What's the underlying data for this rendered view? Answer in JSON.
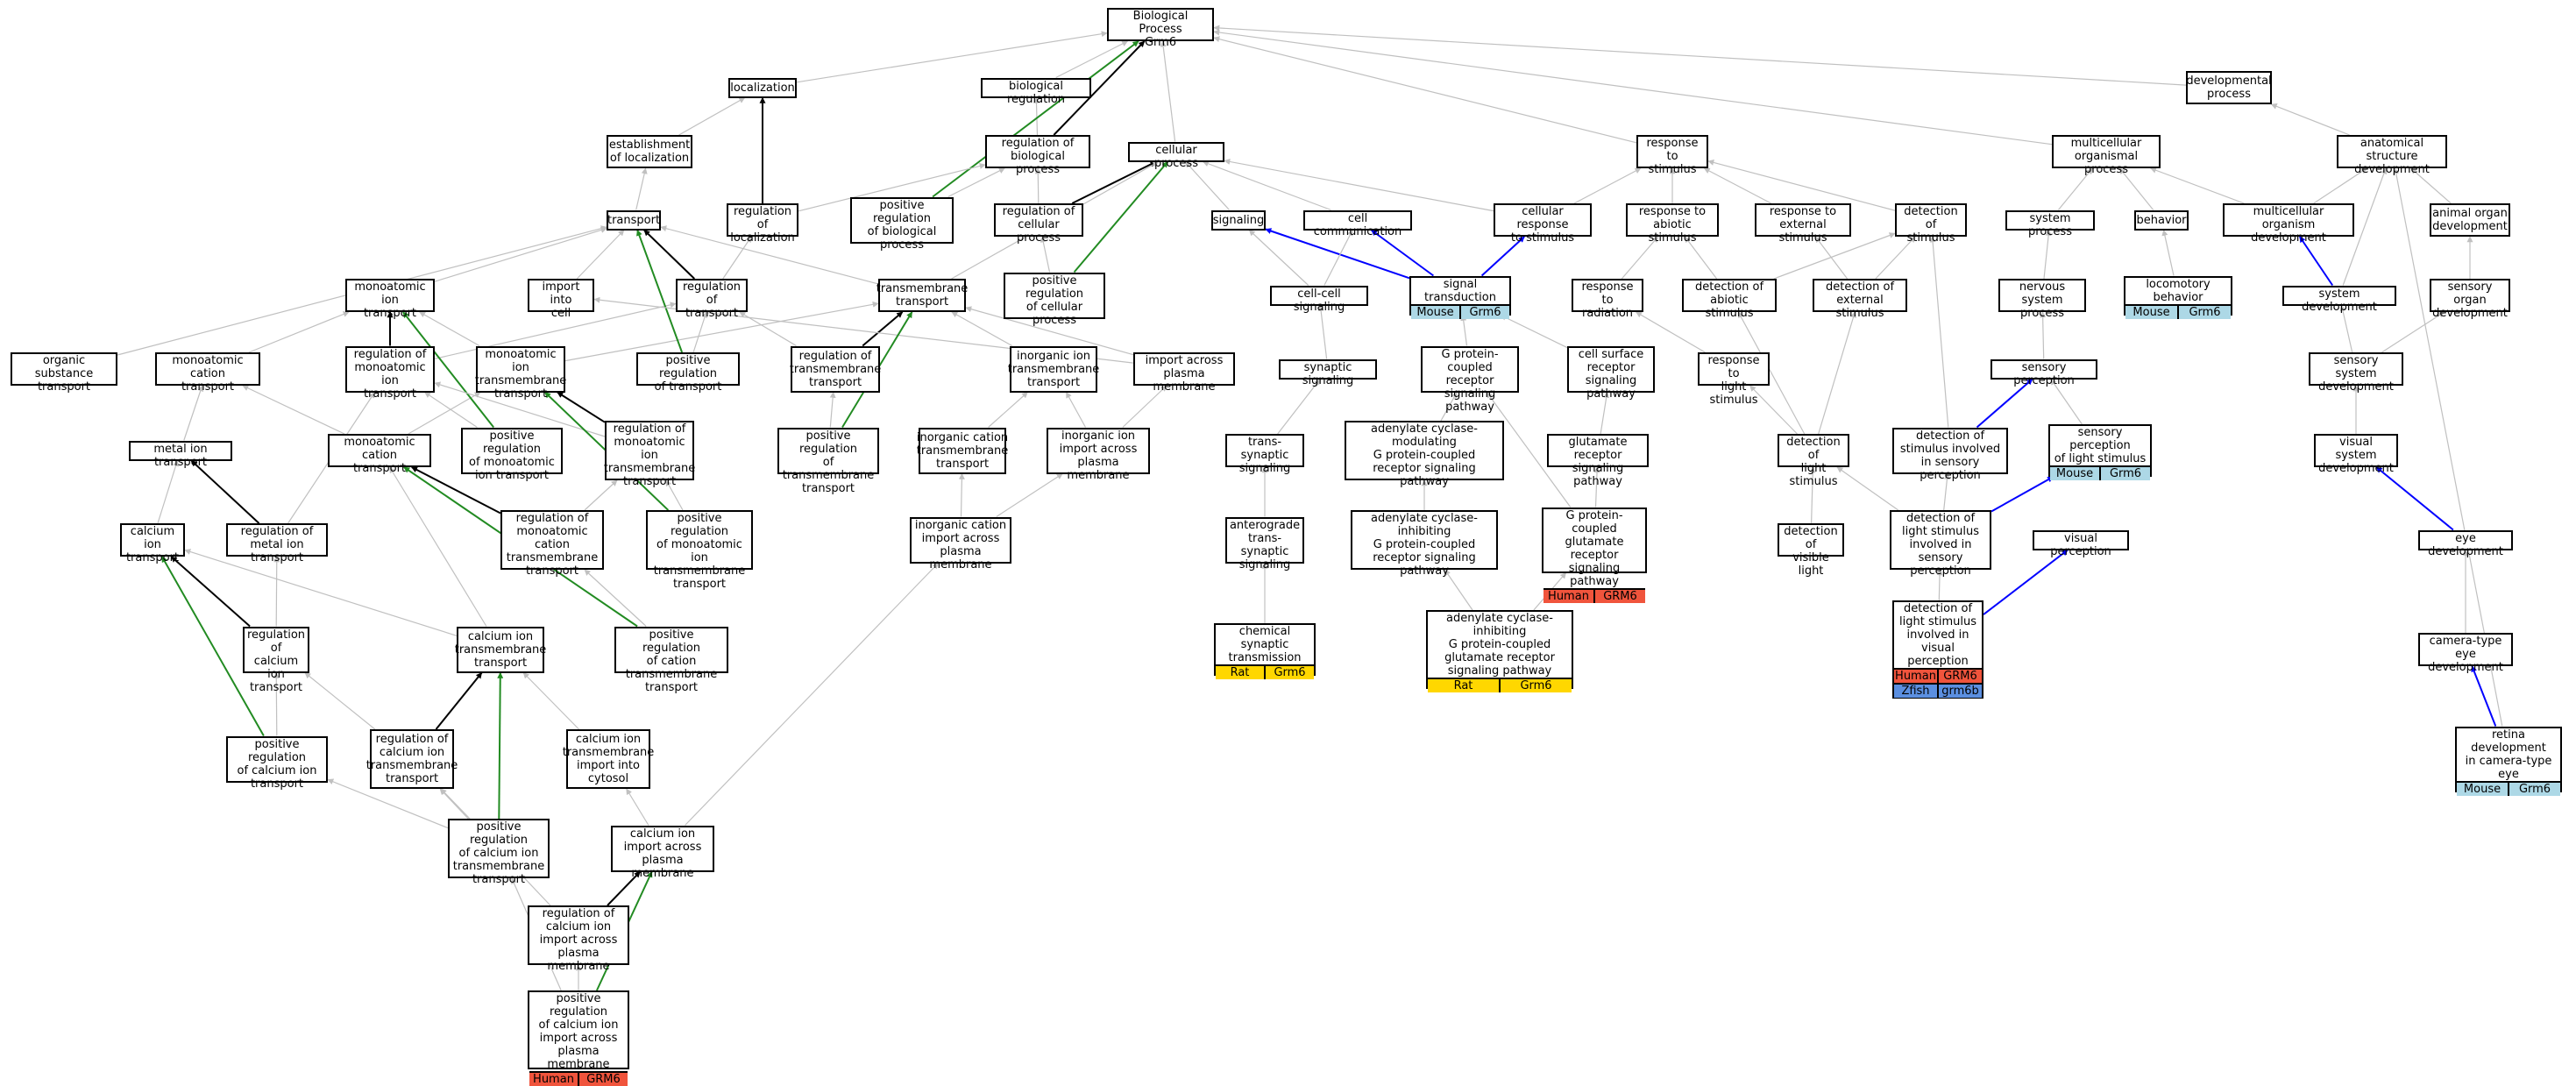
{
  "colors": {
    "Mouse": "#add8e6",
    "Rat": "#ffd700",
    "Human": "#f0543c",
    "Zfish": "#5b8fe0",
    "edge_is_a": "#c0c0c0",
    "edge_regulates": "#000000",
    "edge_positively_regulates": "#228b22",
    "edge_part_of": "#0000ff"
  },
  "nodes": [
    {
      "id": "bp",
      "label": "Biological Process\nGrm6"
    },
    {
      "id": "loc",
      "label": "localization"
    },
    {
      "id": "biolreg",
      "label": "biological regulation"
    },
    {
      "id": "devproc",
      "label": "developmental\nprocess"
    },
    {
      "id": "estloc",
      "label": "establishment\nof localization"
    },
    {
      "id": "regbp",
      "label": "regulation of\nbiological process"
    },
    {
      "id": "cellproc",
      "label": "cellular process"
    },
    {
      "id": "resp",
      "label": "response to\nstimulus"
    },
    {
      "id": "multi",
      "label": "multicellular\norganismal process"
    },
    {
      "id": "anat",
      "label": "anatomical structure\ndevelopment"
    },
    {
      "id": "transport",
      "label": "transport"
    },
    {
      "id": "regloc",
      "label": "regulation of\nlocalization"
    },
    {
      "id": "posregbp",
      "label": "positive regulation\nof biological\nprocess"
    },
    {
      "id": "regcp",
      "label": "regulation of\ncellular process"
    },
    {
      "id": "signaling",
      "label": "signaling"
    },
    {
      "id": "cellcomm",
      "label": "cell communication"
    },
    {
      "id": "cellresp",
      "label": "cellular response\nto stimulus"
    },
    {
      "id": "respabio",
      "label": "response to\nabiotic stimulus"
    },
    {
      "id": "respext",
      "label": "response to\nexternal stimulus"
    },
    {
      "id": "detstim",
      "label": "detection of\nstimulus"
    },
    {
      "id": "sysproc",
      "label": "system process"
    },
    {
      "id": "behavior",
      "label": "behavior"
    },
    {
      "id": "multidev",
      "label": "multicellular\norganism development"
    },
    {
      "id": "animorg",
      "label": "animal organ\ndevelopment"
    },
    {
      "id": "monoiont",
      "label": "monoatomic ion\ntransport"
    },
    {
      "id": "importcell",
      "label": "import into\ncell"
    },
    {
      "id": "regtransport",
      "label": "regulation of\ntransport"
    },
    {
      "id": "tmtransport",
      "label": "transmembrane\ntransport"
    },
    {
      "id": "posregcp",
      "label": "positive regulation\nof cellular\nprocess"
    },
    {
      "id": "sigtrans",
      "label": "signal transduction",
      "ann": [
        [
          "Mouse",
          "Grm6"
        ]
      ]
    },
    {
      "id": "ccsig",
      "label": "cell-cell signaling"
    },
    {
      "id": "respirad",
      "label": "response to\nradiation"
    },
    {
      "id": "detabio",
      "label": "detection of\nabiotic stimulus"
    },
    {
      "id": "detext",
      "label": "detection of\nexternal stimulus"
    },
    {
      "id": "nervsys",
      "label": "nervous system\nprocess"
    },
    {
      "id": "locomot",
      "label": "locomotory behavior",
      "ann": [
        [
          "Mouse",
          "Grm6"
        ]
      ]
    },
    {
      "id": "sysdev",
      "label": "system development"
    },
    {
      "id": "sensorg",
      "label": "sensory organ\ndevelopment"
    },
    {
      "id": "orgsub",
      "label": "organic substance\ntransport"
    },
    {
      "id": "monocat",
      "label": "monoatomic cation\ntransport"
    },
    {
      "id": "regmonoiont",
      "label": "regulation of\nmonoatomic ion\ntransport"
    },
    {
      "id": "monoiontm",
      "label": "monoatomic ion\ntransmembrane\ntransport"
    },
    {
      "id": "posregtransport",
      "label": "positive regulation\nof transport"
    },
    {
      "id": "regtmtransport",
      "label": "regulation of\ntransmembrane\ntransport"
    },
    {
      "id": "inoriontm",
      "label": "inorganic ion\ntransmembrane\ntransport"
    },
    {
      "id": "importacross",
      "label": "import across\nplasma membrane"
    },
    {
      "id": "synsig",
      "label": "synaptic signaling"
    },
    {
      "id": "gpcr",
      "label": "G protein-coupled\nreceptor signaling\npathway"
    },
    {
      "id": "cellsurf",
      "label": "cell surface\nreceptor signaling\npathway"
    },
    {
      "id": "resplight",
      "label": "response to\nlight stimulus"
    },
    {
      "id": "sensperc",
      "label": "sensory perception"
    },
    {
      "id": "senssys",
      "label": "sensory system\ndevelopment"
    },
    {
      "id": "metaliont",
      "label": "metal ion transport"
    },
    {
      "id": "monocattm",
      "label": "monoatomic cation\ntransport"
    },
    {
      "id": "posregmonoiont",
      "label": "positive regulation\nof monoatomic\nion transport"
    },
    {
      "id": "regmonoiontm",
      "label": "regulation of\nmonoatomic ion\ntransmembrane\ntransport"
    },
    {
      "id": "posregtmtransport",
      "label": "positive regulation\nof transmembrane\ntransport"
    },
    {
      "id": "inorcattm",
      "label": "inorganic cation\ntransmembrane\ntransport"
    },
    {
      "id": "inorionimport",
      "label": "inorganic ion\nimport across\nplasma membrane"
    },
    {
      "id": "transsyn",
      "label": "trans-synaptic\nsignaling"
    },
    {
      "id": "acmod",
      "label": "adenylate cyclase-modulating\nG protein-coupled\nreceptor signaling\npathway"
    },
    {
      "id": "glurecep",
      "label": "glutamate receptor\nsignaling pathway"
    },
    {
      "id": "detlight",
      "label": "detection of\nlight stimulus"
    },
    {
      "id": "detstiminv",
      "label": "detection of\nstimulus involved\nin sensory perception"
    },
    {
      "id": "sensperclight",
      "label": "sensory perception\nof light stimulus",
      "ann": [
        [
          "Mouse",
          "Grm6"
        ]
      ]
    },
    {
      "id": "vissys",
      "label": "visual system\ndevelopment"
    },
    {
      "id": "calciont",
      "label": "calcium ion\ntransport"
    },
    {
      "id": "regmetaliont",
      "label": "regulation of\nmetal ion transport"
    },
    {
      "id": "regmonocattm",
      "label": "regulation of\nmonoatomic cation\ntransmembrane\ntransport"
    },
    {
      "id": "posregmonoiontm",
      "label": "positive regulation\nof monoatomic\nion transmembrane\ntransport"
    },
    {
      "id": "inorcatimport",
      "label": "inorganic cation\nimport across\nplasma membrane"
    },
    {
      "id": "antero",
      "label": "anterograde\ntrans-synaptic\nsignaling"
    },
    {
      "id": "acinhib",
      "label": "adenylate cyclase-inhibiting\nG protein-coupled\nreceptor signaling\npathway"
    },
    {
      "id": "gpcrglu",
      "label": "G protein-coupled\nglutamate receptor\nsignaling pathway",
      "ann": [
        [
          "Human",
          "GRM6"
        ]
      ]
    },
    {
      "id": "detvislight",
      "label": "detection of\nvisible light"
    },
    {
      "id": "detlightinv",
      "label": "detection of\nlight stimulus\ninvolved in\nsensory perception"
    },
    {
      "id": "visperc",
      "label": "visual perception"
    },
    {
      "id": "eyedev",
      "label": "eye development"
    },
    {
      "id": "regcaiont",
      "label": "regulation of\ncalcium ion\ntransport"
    },
    {
      "id": "caiontm",
      "label": "calcium ion\ntransmembrane\ntransport"
    },
    {
      "id": "posregcattm",
      "label": "positive regulation\nof cation transmembrane\ntransport"
    },
    {
      "id": "chemsyn",
      "label": "chemical synaptic\ntransmission",
      "ann": [
        [
          "Rat",
          "Grm6"
        ]
      ]
    },
    {
      "id": "acinhibglu",
      "label": "adenylate cyclase-inhibiting\nG protein-coupled\nglutamate receptor\nsignaling pathway",
      "ann": [
        [
          "Rat",
          "Grm6"
        ]
      ]
    },
    {
      "id": "detlightvis",
      "label": "detection of\nlight stimulus\ninvolved in\nvisual perception",
      "ann": [
        [
          "Human",
          "GRM6"
        ],
        [
          "Zfish",
          "grm6b"
        ]
      ]
    },
    {
      "id": "cameraeye",
      "label": "camera-type\neye development"
    },
    {
      "id": "posregcaiont",
      "label": "positive regulation\nof calcium ion\ntransport"
    },
    {
      "id": "regcaiontm",
      "label": "regulation of\ncalcium ion\ntransmembrane\ntransport"
    },
    {
      "id": "caiontmimport",
      "label": "calcium ion\ntransmembrane\nimport into\ncytosol"
    },
    {
      "id": "retina",
      "label": "retina development\nin camera-type\neye",
      "ann": [
        [
          "Mouse",
          "Grm6"
        ]
      ]
    },
    {
      "id": "posregcaiontm",
      "label": "positive regulation\nof calcium ion\ntransmembrane\ntransport"
    },
    {
      "id": "caimport",
      "label": "calcium ion\nimport across\nplasma membrane"
    },
    {
      "id": "regcaimport",
      "label": "regulation of\ncalcium ion\nimport across\nplasma membrane"
    },
    {
      "id": "posregcaimport",
      "label": "positive regulation\nof calcium ion\nimport across\nplasma membrane",
      "ann": [
        [
          "Human",
          "GRM6"
        ]
      ]
    }
  ],
  "edges": [
    [
      "loc",
      "bp",
      "is_a"
    ],
    [
      "biolreg",
      "bp",
      "is_a"
    ],
    [
      "devproc",
      "bp",
      "is_a"
    ],
    [
      "cellproc",
      "bp",
      "is_a"
    ],
    [
      "resp",
      "bp",
      "is_a"
    ],
    [
      "multi",
      "bp",
      "is_a"
    ],
    [
      "anat",
      "devproc",
      "is_a"
    ],
    [
      "estloc",
      "loc",
      "is_a"
    ],
    [
      "regbp",
      "biolreg",
      "is_a"
    ],
    [
      "regbp",
      "bp",
      "regulates"
    ],
    [
      "posregbp",
      "bp",
      "positively_regulates"
    ],
    [
      "posregbp",
      "regbp",
      "is_a"
    ],
    [
      "regloc",
      "loc",
      "regulates"
    ],
    [
      "regloc",
      "regbp",
      "is_a"
    ],
    [
      "transport",
      "estloc",
      "is_a"
    ],
    [
      "regcp",
      "regbp",
      "is_a"
    ],
    [
      "regcp",
      "cellproc",
      "regulates"
    ],
    [
      "signaling",
      "cellproc",
      "is_a"
    ],
    [
      "cellcomm",
      "cellproc",
      "is_a"
    ],
    [
      "cellresp",
      "resp",
      "is_a"
    ],
    [
      "cellresp",
      "cellproc",
      "is_a"
    ],
    [
      "respabio",
      "resp",
      "is_a"
    ],
    [
      "respext",
      "resp",
      "is_a"
    ],
    [
      "detstim",
      "resp",
      "is_a"
    ],
    [
      "sysproc",
      "multi",
      "is_a"
    ],
    [
      "behavior",
      "multi",
      "is_a"
    ],
    [
      "multidev",
      "multi",
      "is_a"
    ],
    [
      "multidev",
      "anat",
      "is_a"
    ],
    [
      "animorg",
      "anat",
      "is_a"
    ],
    [
      "monoiont",
      "transport",
      "is_a"
    ],
    [
      "importcell",
      "transport",
      "is_a"
    ],
    [
      "regtransport",
      "transport",
      "regulates"
    ],
    [
      "regtransport",
      "regloc",
      "is_a"
    ],
    [
      "tmtransport",
      "transport",
      "is_a"
    ],
    [
      "tmtransport",
      "cellproc",
      "is_a"
    ],
    [
      "posregcp",
      "regcp",
      "is_a"
    ],
    [
      "posregcp",
      "cellproc",
      "positively_regulates"
    ],
    [
      "sigtrans",
      "signaling",
      "part_of"
    ],
    [
      "sigtrans",
      "cellcomm",
      "part_of"
    ],
    [
      "sigtrans",
      "cellresp",
      "part_of"
    ],
    [
      "ccsig",
      "cellcomm",
      "is_a"
    ],
    [
      "ccsig",
      "signaling",
      "is_a"
    ],
    [
      "respirad",
      "respabio",
      "is_a"
    ],
    [
      "detabio",
      "respabio",
      "is_a"
    ],
    [
      "detabio",
      "detstim",
      "is_a"
    ],
    [
      "detext",
      "respext",
      "is_a"
    ],
    [
      "detext",
      "detstim",
      "is_a"
    ],
    [
      "nervsys",
      "sysproc",
      "is_a"
    ],
    [
      "locomot",
      "behavior",
      "is_a"
    ],
    [
      "sysdev",
      "multidev",
      "part_of"
    ],
    [
      "sysdev",
      "anat",
      "is_a"
    ],
    [
      "sensorg",
      "animorg",
      "is_a"
    ],
    [
      "orgsub",
      "transport",
      "is_a"
    ],
    [
      "monocat",
      "monoiont",
      "is_a"
    ],
    [
      "regmonoiont",
      "monoiont",
      "regulates"
    ],
    [
      "regmonoiont",
      "regtransport",
      "is_a"
    ],
    [
      "monoiontm",
      "monoiont",
      "is_a"
    ],
    [
      "monoiontm",
      "tmtransport",
      "is_a"
    ],
    [
      "posregtransport",
      "transport",
      "positively_regulates"
    ],
    [
      "posregtransport",
      "regtransport",
      "is_a"
    ],
    [
      "regtmtransport",
      "tmtransport",
      "regulates"
    ],
    [
      "regtmtransport",
      "regtransport",
      "is_a"
    ],
    [
      "inoriontm",
      "tmtransport",
      "is_a"
    ],
    [
      "importacross",
      "tmtransport",
      "is_a"
    ],
    [
      "importacross",
      "importcell",
      "is_a"
    ],
    [
      "synsig",
      "ccsig",
      "is_a"
    ],
    [
      "gpcr",
      "sigtrans",
      "is_a"
    ],
    [
      "cellsurf",
      "sigtrans",
      "is_a"
    ],
    [
      "resplight",
      "respirad",
      "is_a"
    ],
    [
      "sensperc",
      "nervsys",
      "is_a"
    ],
    [
      "senssys",
      "sysdev",
      "is_a"
    ],
    [
      "senssys",
      "sensorg",
      "is_a"
    ],
    [
      "metaliont",
      "monocat",
      "is_a"
    ],
    [
      "monocattm",
      "monocat",
      "is_a"
    ],
    [
      "monocattm",
      "monoiontm",
      "is_a"
    ],
    [
      "posregmonoiont",
      "monoiont",
      "positively_regulates"
    ],
    [
      "posregmonoiont",
      "regmonoiont",
      "is_a"
    ],
    [
      "regmonoiontm",
      "monoiontm",
      "regulates"
    ],
    [
      "regmonoiontm",
      "regmonoiont",
      "is_a"
    ],
    [
      "posregtmtransport",
      "tmtransport",
      "positively_regulates"
    ],
    [
      "posregtmtransport",
      "regtmtransport",
      "is_a"
    ],
    [
      "inorcattm",
      "inoriontm",
      "is_a"
    ],
    [
      "inorionimport",
      "inoriontm",
      "is_a"
    ],
    [
      "inorionimport",
      "importacross",
      "is_a"
    ],
    [
      "transsyn",
      "synsig",
      "is_a"
    ],
    [
      "acmod",
      "gpcr",
      "is_a"
    ],
    [
      "glurecep",
      "cellsurf",
      "is_a"
    ],
    [
      "detlight",
      "detabio",
      "is_a"
    ],
    [
      "detlight",
      "resplight",
      "is_a"
    ],
    [
      "detlight",
      "detext",
      "is_a"
    ],
    [
      "detstiminv",
      "sensperc",
      "part_of"
    ],
    [
      "detstiminv",
      "detstim",
      "is_a"
    ],
    [
      "sensperclight",
      "sensperc",
      "is_a"
    ],
    [
      "vissys",
      "senssys",
      "is_a"
    ],
    [
      "calciont",
      "metaliont",
      "is_a"
    ],
    [
      "regmetaliont",
      "metaliont",
      "regulates"
    ],
    [
      "regmetaliont",
      "regmonoiont",
      "is_a"
    ],
    [
      "regmonocattm",
      "monocattm",
      "regulates"
    ],
    [
      "regmonocattm",
      "regmonoiontm",
      "is_a"
    ],
    [
      "posregmonoiontm",
      "monoiontm",
      "positively_regulates"
    ],
    [
      "posregmonoiontm",
      "regmonoiontm",
      "is_a"
    ],
    [
      "inorcatimport",
      "inorcattm",
      "is_a"
    ],
    [
      "inorcatimport",
      "inorionimport",
      "is_a"
    ],
    [
      "antero",
      "transsyn",
      "is_a"
    ],
    [
      "acinhib",
      "acmod",
      "is_a"
    ],
    [
      "gpcrglu",
      "gpcr",
      "is_a"
    ],
    [
      "gpcrglu",
      "glurecep",
      "is_a"
    ],
    [
      "detvislight",
      "detlight",
      "is_a"
    ],
    [
      "detlightinv",
      "sensperclight",
      "part_of"
    ],
    [
      "detlightinv",
      "detlight",
      "is_a"
    ],
    [
      "detlightinv",
      "detstiminv",
      "is_a"
    ],
    [
      "eyedev",
      "vissys",
      "part_of"
    ],
    [
      "regcaiont",
      "calciont",
      "regulates"
    ],
    [
      "regcaiont",
      "regmetaliont",
      "is_a"
    ],
    [
      "caiontm",
      "calciont",
      "is_a"
    ],
    [
      "caiontm",
      "monocattm",
      "is_a"
    ],
    [
      "posregcattm",
      "monocattm",
      "positively_regulates"
    ],
    [
      "posregcattm",
      "regmonocattm",
      "is_a"
    ],
    [
      "chemsyn",
      "antero",
      "is_a"
    ],
    [
      "acinhibglu",
      "acinhib",
      "is_a"
    ],
    [
      "acinhibglu",
      "gpcrglu",
      "is_a"
    ],
    [
      "detlightvis",
      "visperc",
      "part_of"
    ],
    [
      "detlightvis",
      "detlightinv",
      "is_a"
    ],
    [
      "cameraeye",
      "eyedev",
      "is_a"
    ],
    [
      "posregcaiont",
      "calciont",
      "positively_regulates"
    ],
    [
      "posregcaiont",
      "regcaiont",
      "is_a"
    ],
    [
      "regcaiontm",
      "caiontm",
      "regulates"
    ],
    [
      "regcaiontm",
      "regcaiont",
      "is_a"
    ],
    [
      "caiontmimport",
      "caiontm",
      "is_a"
    ],
    [
      "retina",
      "cameraeye",
      "part_of"
    ],
    [
      "retina",
      "anat",
      "is_a"
    ],
    [
      "posregcaiontm",
      "caiontm",
      "positively_regulates"
    ],
    [
      "posregcaiontm",
      "regcaiontm",
      "is_a"
    ],
    [
      "posregcaiontm",
      "posregcaiont",
      "is_a"
    ],
    [
      "caimport",
      "caiontmimport",
      "is_a"
    ],
    [
      "caimport",
      "inorcatimport",
      "is_a"
    ],
    [
      "regcaimport",
      "caimport",
      "regulates"
    ],
    [
      "regcaimport",
      "regcaiontm",
      "is_a"
    ],
    [
      "posregcaimport",
      "caimport",
      "positively_regulates"
    ],
    [
      "posregcaimport",
      "regcaimport",
      "is_a"
    ],
    [
      "posregcaimport",
      "posregcaiontm",
      "is_a"
    ]
  ]
}
